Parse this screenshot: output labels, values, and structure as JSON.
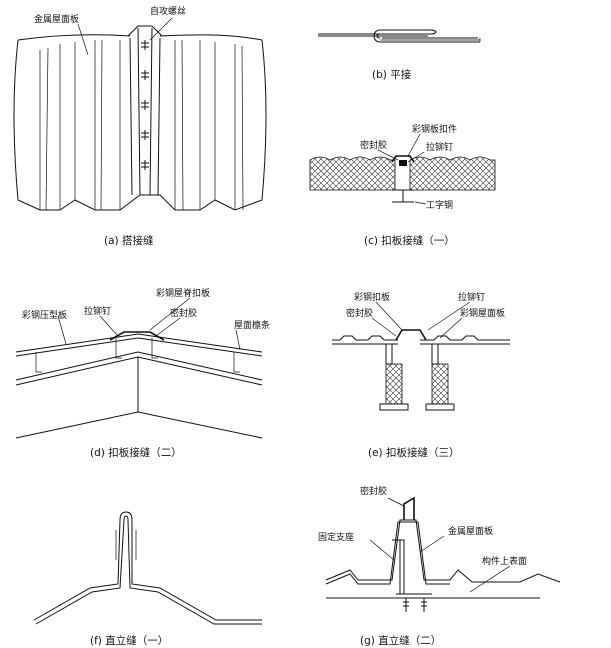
{
  "panels": {
    "a": {
      "caption": "(a)  搭接缝",
      "labels": {
        "sheet": "金属屋面板",
        "screw": "自攻螺丝"
      }
    },
    "b": {
      "caption": "(b)  平接"
    },
    "c": {
      "caption": "(c)  扣板接缝（一）",
      "labels": {
        "cap": "彩钢板扣件",
        "sealant": "密封胶",
        "rivet": "拉铆钉",
        "beam": "工字钢"
      }
    },
    "d": {
      "caption": "(d)  扣板接缝（二）",
      "labels": {
        "sheet": "彩钢压型板",
        "rivet": "拉铆钉",
        "ridge": "彩钢屋脊扣板",
        "sealant": "密封胶",
        "purlin": "屋面檩条"
      }
    },
    "e": {
      "caption": "(e)  扣板接缝（三）",
      "labels": {
        "cap": "彩钢扣板",
        "rivet": "拉铆钉",
        "sealant": "密封胶",
        "sheet": "彩钢屋面板"
      }
    },
    "f": {
      "caption": "(f)  直立缝（一）"
    },
    "g": {
      "caption": "(g)  直立缝（二）",
      "labels": {
        "sealant": "密封胶",
        "sheet": "金属屋面板",
        "support": "固定支座",
        "surface": "构件上表面"
      }
    }
  }
}
